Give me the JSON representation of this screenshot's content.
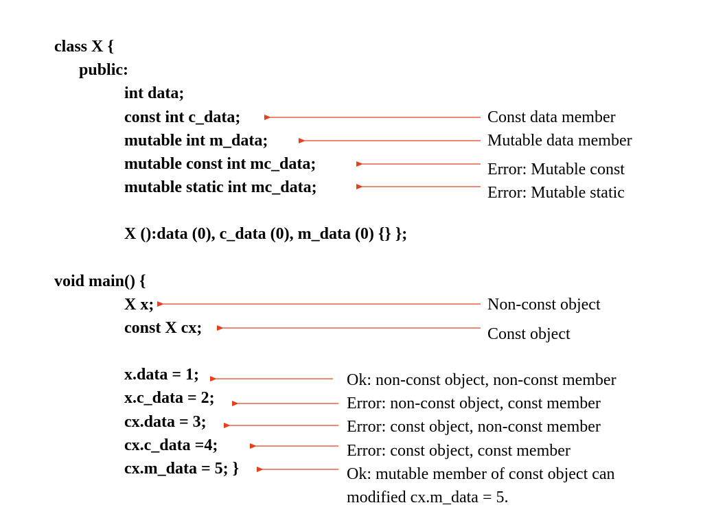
{
  "code": {
    "class_decl": "class X {",
    "public_label": "public:",
    "int_data": "int data;",
    "const_int": "const int c_data;",
    "mutable_int": "mutable int m_data;",
    "mutable_const": "mutable const int mc_data;",
    "mutable_static": "mutable static int mc_data;",
    "constructor": "X ():data (0), c_data (0), m_data (0) {} };",
    "main_decl": "void main() {",
    "x_decl": "X x;",
    "cx_decl": "const X cx;",
    "x_data": "x.data = 1;",
    "x_c_data": "x.c_data = 2;",
    "cx_data": "cx.data = 3;",
    "cx_c_data": "cx.c_data =4;",
    "cx_m_data": "cx.m_data = 5; }"
  },
  "notes": {
    "const_member": "Const data member",
    "mutable_member": "Mutable data member",
    "err_mutable_const": "Error: Mutable const",
    "err_mutable_static": "Error: Mutable static",
    "non_const_object": "Non-const object",
    "const_object": "Const object",
    "ok_nonconst": "Ok: non-const object, non-const member",
    "err_nonconst_const": "Error: non-const object, const member",
    "err_const_nonconst": "Error: const object, non-const member",
    "err_const_const": "Error: const object, const member",
    "ok_mutable_line1": "Ok: mutable member of const object can",
    "ok_mutable_line2": "modified cx.m_data = 5."
  },
  "colors": {
    "arrow": "#e8401c",
    "text": "#000000"
  }
}
